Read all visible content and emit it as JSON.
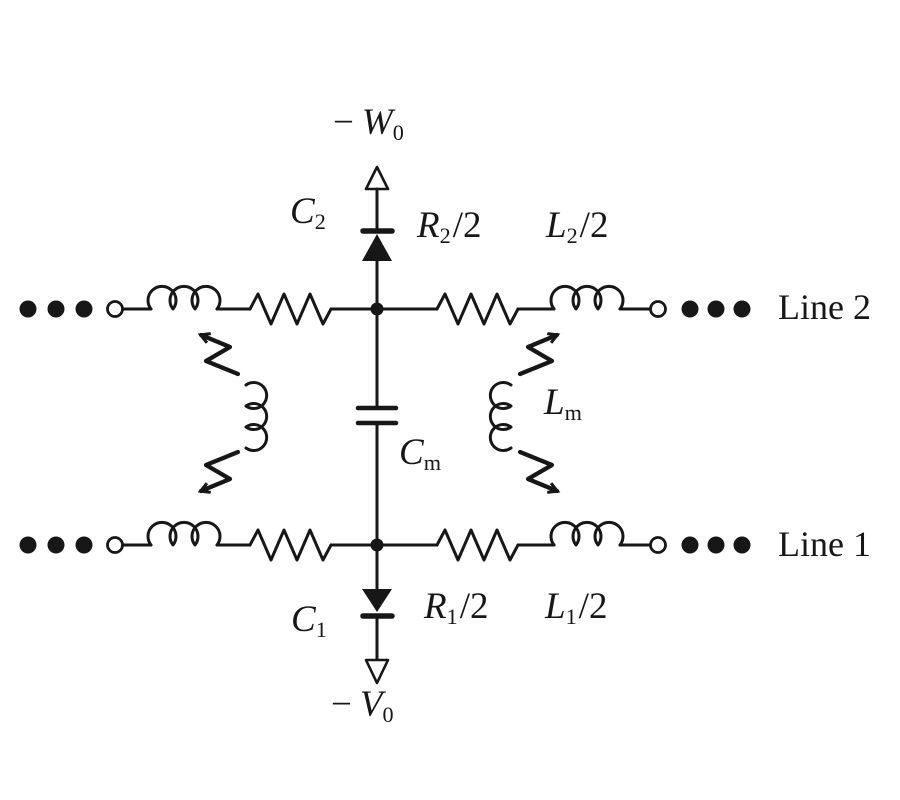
{
  "figure": {
    "type": "circuit-schematic",
    "description_visible_elements": "two coupled LC transmission line sections with varactor diodes, mutual inductance and mutual capacitance"
  },
  "colors": {
    "ink": "#171717",
    "background": "#ffffff"
  },
  "labels": {
    "w0": {
      "prefix": "−",
      "base": "W",
      "sub": "0",
      "suffix": ""
    },
    "c2": {
      "prefix": "",
      "base": "C",
      "sub": "2",
      "suffix": ""
    },
    "r2_half": {
      "prefix": "",
      "base": "R",
      "sub": "2",
      "suffix": "/2"
    },
    "l2_half": {
      "prefix": "",
      "base": "L",
      "sub": "2",
      "suffix": "/2"
    },
    "line2": "Line 2",
    "lm": {
      "prefix": "",
      "base": "L",
      "sub": "m",
      "suffix": ""
    },
    "cm": {
      "prefix": "",
      "base": "C",
      "sub": "m",
      "suffix": ""
    },
    "line1": "Line 1",
    "c1": {
      "prefix": "",
      "base": "C",
      "sub": "1",
      "suffix": ""
    },
    "r1_half": {
      "prefix": "",
      "base": "R",
      "sub": "1",
      "suffix": "/2"
    },
    "l1_half": {
      "prefix": "",
      "base": "L",
      "sub": "1",
      "suffix": "/2"
    },
    "v0": {
      "prefix": "−",
      "base": "V",
      "sub": "0",
      "suffix": ""
    }
  },
  "components": {
    "line2": [
      "continuation-dots",
      "terminal",
      "inductor",
      "resistor",
      "node",
      "resistor",
      "inductor",
      "terminal",
      "continuation-dots"
    ],
    "line1": [
      "continuation-dots",
      "terminal",
      "inductor",
      "resistor",
      "node",
      "resistor",
      "inductor",
      "terminal",
      "continuation-dots"
    ],
    "vertical_branch": [
      "open-arrow-up",
      "varactor-diode-up",
      "node-line2",
      "mutual-capacitor",
      "node-line1",
      "varactor-diode-down",
      "open-arrow-down"
    ],
    "coupling": [
      "coupling-coil-left",
      "coupling-coil-right",
      "coupling-arrow-top-left",
      "coupling-arrow-bottom-left",
      "coupling-arrow-top-right",
      "coupling-arrow-bottom-right"
    ]
  }
}
